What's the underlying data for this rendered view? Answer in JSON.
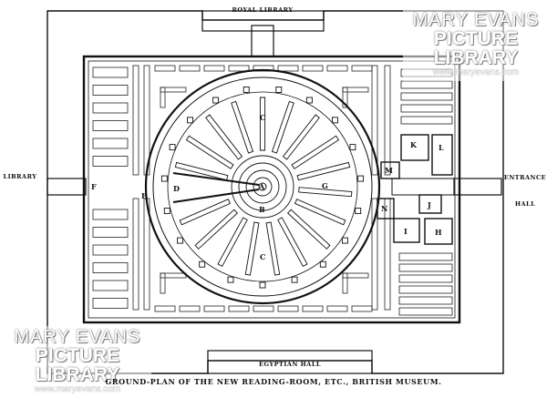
{
  "labels": {
    "top": "ROYAL LIBRARY",
    "left": "LIBRARY",
    "right_entrance": "ENTRANCE",
    "right_hall": "HALL",
    "bottom": "EGYPTIAN HALL",
    "caption": "GROUND-PLAN OF THE NEW READING-ROOM, ETC., BRITISH MUSEUM."
  },
  "letters": {
    "A": "A",
    "B": "B",
    "C": "C",
    "D": "D",
    "E": "E",
    "F": "F",
    "G": "G",
    "H": "H",
    "I": "I",
    "J": "J",
    "K": "K",
    "L": "L",
    "M": "M",
    "N": "N"
  },
  "watermark": {
    "line1": "MARY EVANS",
    "line2": "PICTURE LIBRARY",
    "line3": "www.maryevans.com"
  }
}
